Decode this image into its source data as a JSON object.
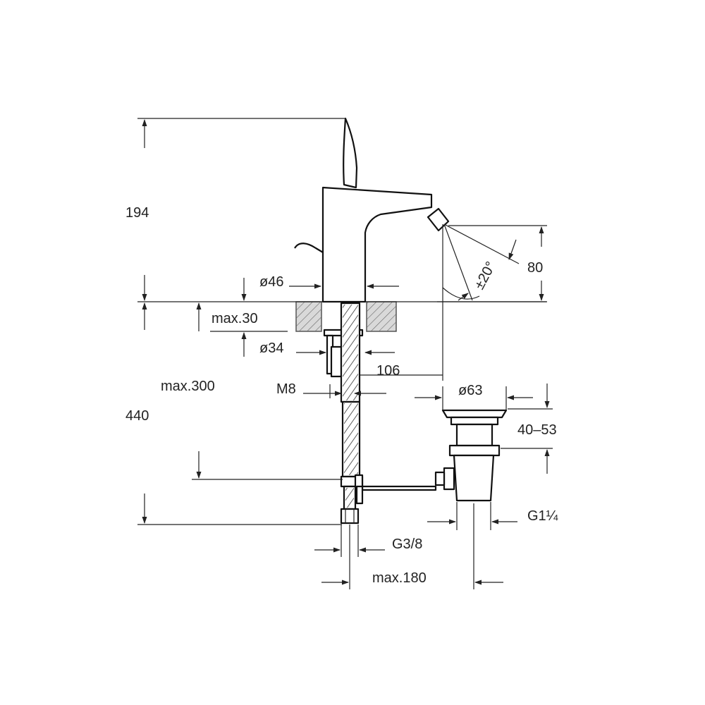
{
  "colors": {
    "line": "#111111",
    "countertop": "#d9d9d9",
    "background": "#ffffff"
  },
  "dimensions": {
    "total_height_above": "194",
    "spray_height": "80",
    "spray_angle": "±20°",
    "body_diameter": "ø46",
    "counter_thickness": "max.30",
    "hole_diameter": "ø34",
    "total_height_below": "440",
    "hose_length": "max.300",
    "spray_reach": "106",
    "rod_thread": "M8",
    "drain_flange": "ø63",
    "drain_height_range": "40–53",
    "drain_thread": "G1¼",
    "supply_thread": "G3/8",
    "drain_offset": "max.180"
  }
}
